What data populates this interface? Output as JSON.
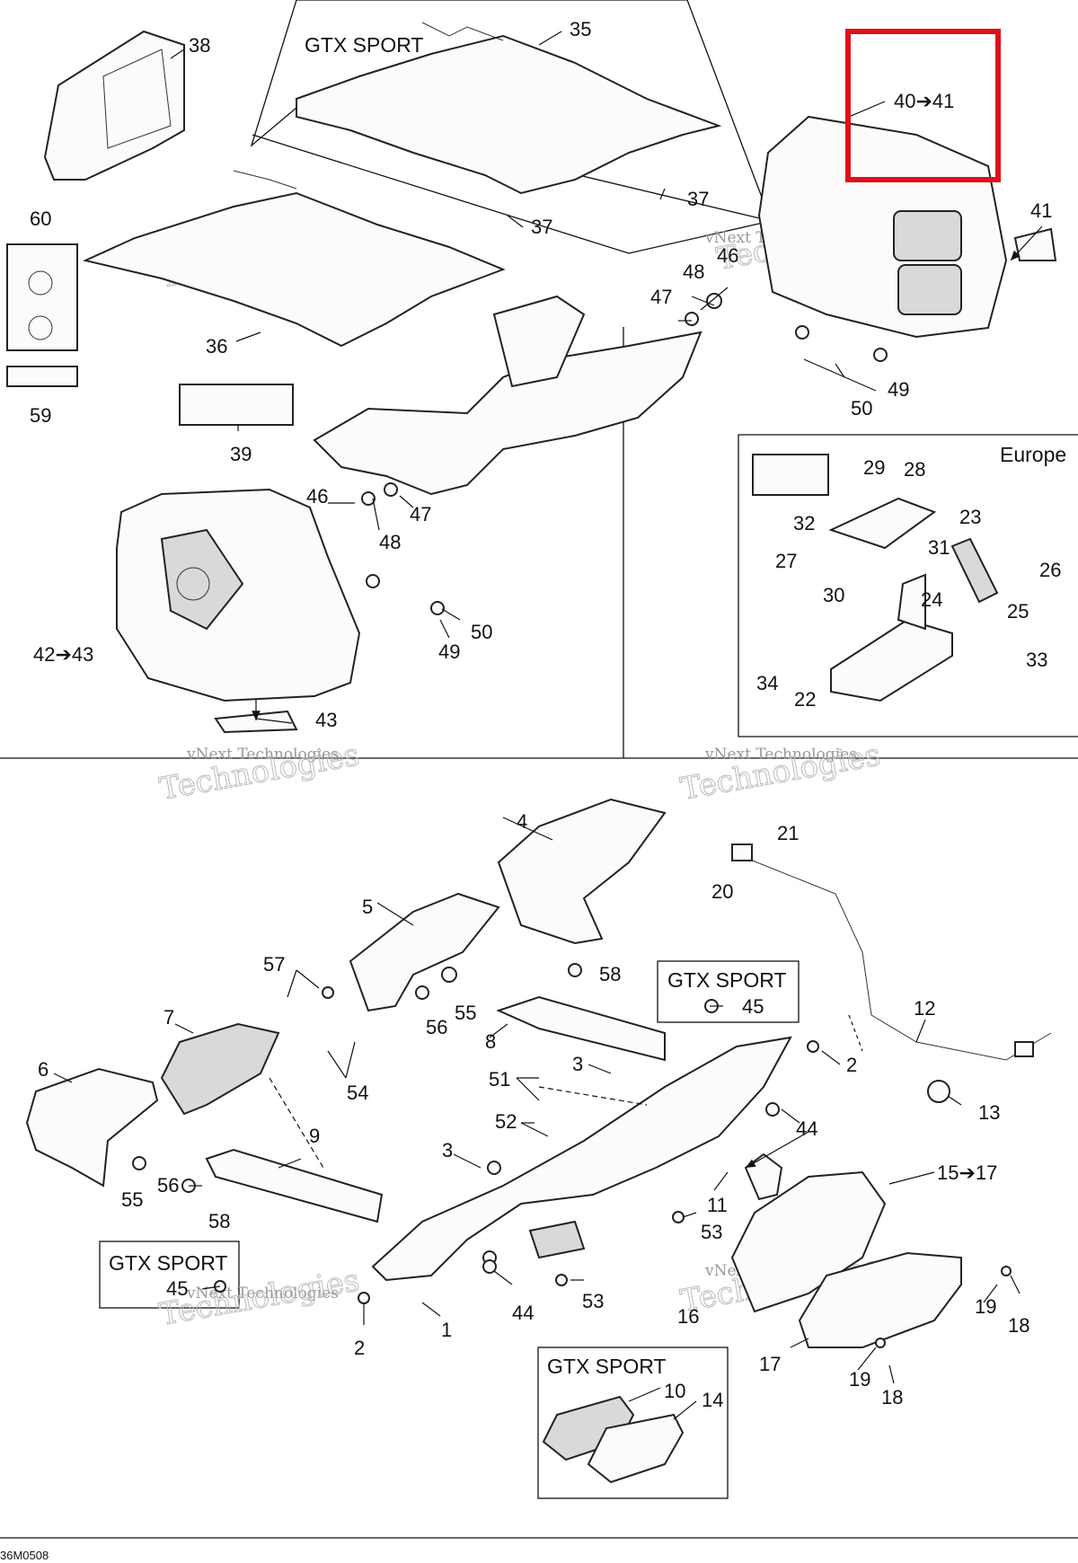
{
  "diagram": {
    "section_labels": {
      "gtx_top": "GTX SPORT",
      "europe": "Europe",
      "gtx_mid": "GTX SPORT",
      "gtx_left": "GTX SPORT",
      "gtx_bottom": "GTX SPORT"
    },
    "watermark": {
      "line1": "vNext Technologies",
      "line2": "Technologies"
    },
    "figure_code": "36M0508",
    "highlight_color": "#e0101a",
    "callouts": {
      "c38": "38",
      "c35": "35",
      "c37a": "37",
      "c37b": "37",
      "c40_41": "40➔41",
      "c41": "41",
      "c60": "60",
      "c59": "59",
      "c36": "36",
      "c39": "39",
      "c48a": "48",
      "c46a": "46",
      "c47a": "47",
      "c49a": "49",
      "c50a": "50",
      "c46b": "46",
      "c47b": "47",
      "c48b": "48",
      "c42_43": "42➔43",
      "c43": "43",
      "c49b": "49",
      "c50b": "50",
      "c32": "32",
      "c29": "29",
      "c28": "28",
      "c23": "23",
      "c27": "27",
      "c31": "31",
      "c26": "26",
      "c30": "30",
      "c24": "24",
      "c25": "25",
      "c33": "33",
      "c34": "34",
      "c22": "22",
      "c4": "4",
      "c21": "21",
      "c20": "20",
      "c5": "5",
      "c58a": "58",
      "c57": "57",
      "c45a": "45",
      "c56a": "56",
      "c55a": "55",
      "c12": "12",
      "c7": "7",
      "c8": "8",
      "c2a": "2",
      "c6": "6",
      "c51": "51",
      "c3a": "3",
      "c54": "54",
      "c13": "13",
      "c52": "52",
      "c44a": "44",
      "c9": "9",
      "c3b": "3",
      "c15_17": "15➔17",
      "c55b": "55",
      "c56b": "56",
      "c11": "11",
      "c58b": "58",
      "c53a": "53",
      "c45b": "45",
      "c44b": "44",
      "c53b": "53",
      "c1": "1",
      "c2b": "2",
      "c16": "16",
      "c19a": "19",
      "c18a": "18",
      "c17": "17",
      "c19b": "19",
      "c18b": "18",
      "c10": "10",
      "c14": "14"
    }
  }
}
